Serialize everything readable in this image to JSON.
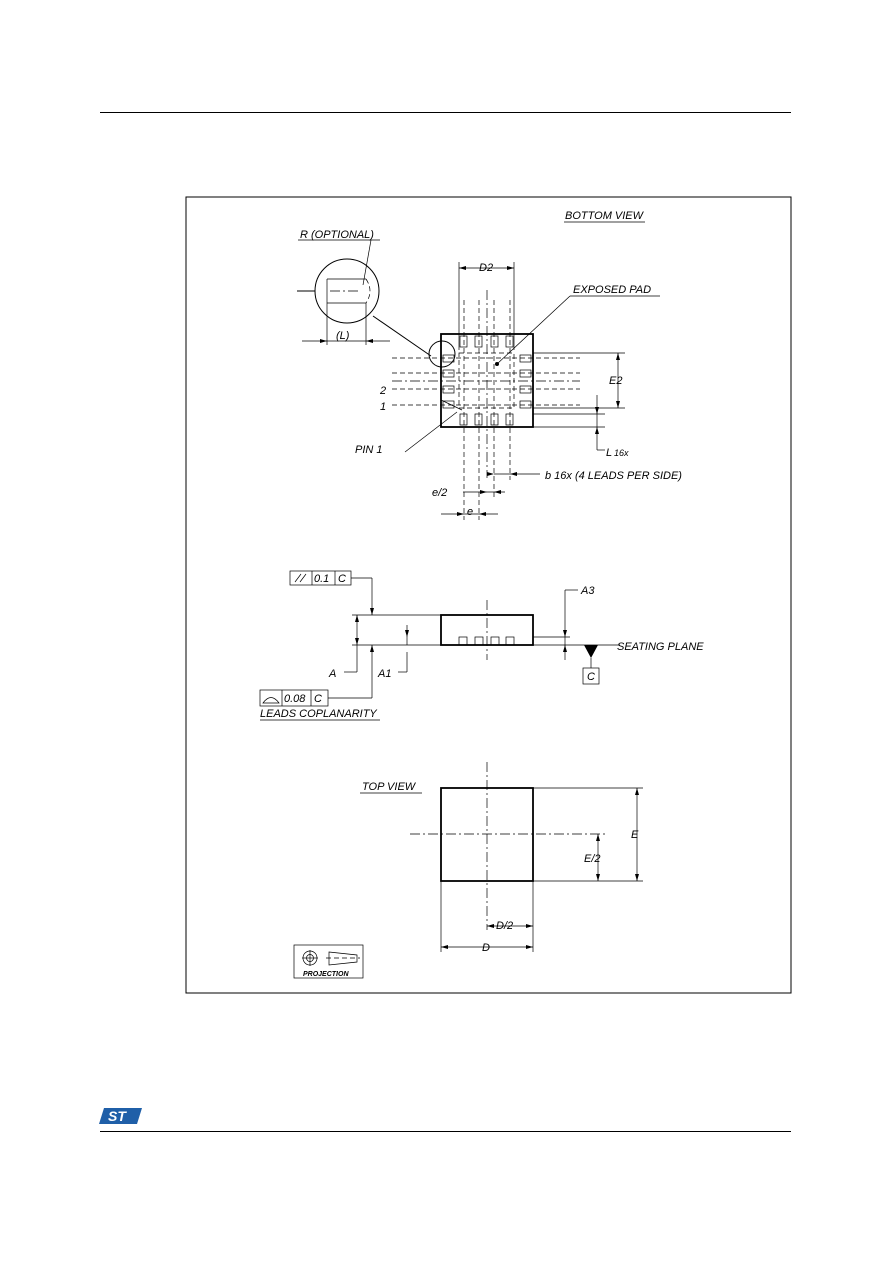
{
  "logo": {
    "text": "ST"
  },
  "views": {
    "bottom_view": "BOTTOM VIEW",
    "top_view": "TOP VIEW",
    "projection": "PROJECTION"
  },
  "labels": {
    "r_optional": "R (OPTIONAL)",
    "l_paren": "(L)",
    "d2": "D2",
    "exposed_pad": "EXPOSED PAD",
    "e2": "E2",
    "pin2": "2",
    "pin1": "1",
    "l16x": "L",
    "l16x_count": "16x",
    "pin1_label": "PIN 1",
    "b16x": "b 16x (4 LEADS PER SIDE)",
    "e_half": "e/2",
    "e": "e",
    "parallelism_value": "0.1",
    "datum_c": "C",
    "a3": "A3",
    "seating_plane": "SEATING PLANE",
    "a": "A",
    "a1": "A1",
    "coplanarity_value": "0.08",
    "leads_coplanarity": "LEADS COPLANARITY",
    "E": "E",
    "E_half": "E/2",
    "D_half": "D/2",
    "D": "D"
  }
}
